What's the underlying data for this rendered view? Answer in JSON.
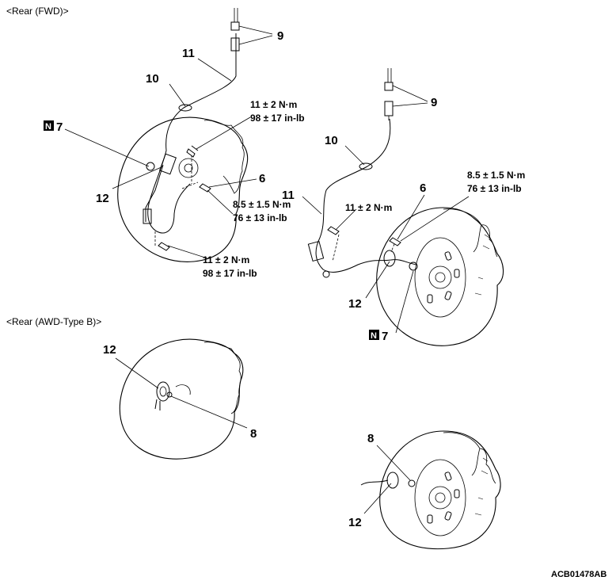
{
  "sections": {
    "rear_fwd": "<Rear (FWD)>",
    "rear_awd": "<Rear (AWD-Type B)>"
  },
  "badge_letter": "N",
  "callouts": {
    "fwd_left": {
      "n9": "9",
      "n11": "11",
      "n10": "10",
      "n7": "7",
      "n12": "12",
      "n6": "6",
      "torque_top_1": "11 ± 2 N·m",
      "torque_top_2": "98 ± 17 in-lb",
      "torque_mid_1": "8.5 ± 1.5 N·m",
      "torque_mid_2": "76 ± 13 in-lb",
      "torque_bot_1": "11 ± 2 N·m",
      "torque_bot_2": "98 ± 17 in-lb"
    },
    "fwd_right": {
      "n9": "9",
      "n10": "10",
      "n11": "11",
      "n6": "6",
      "n12": "12",
      "n7": "7",
      "torque_a_1": "11 ± 2 N·m",
      "torque_b_1": "8.5 ± 1.5 N·m",
      "torque_b_2": "76 ± 13 in-lb"
    },
    "awd_left": {
      "n12": "12",
      "n8": "8"
    },
    "awd_right": {
      "n8": "8",
      "n12": "12"
    }
  },
  "figure_code": "ACB01478AB"
}
